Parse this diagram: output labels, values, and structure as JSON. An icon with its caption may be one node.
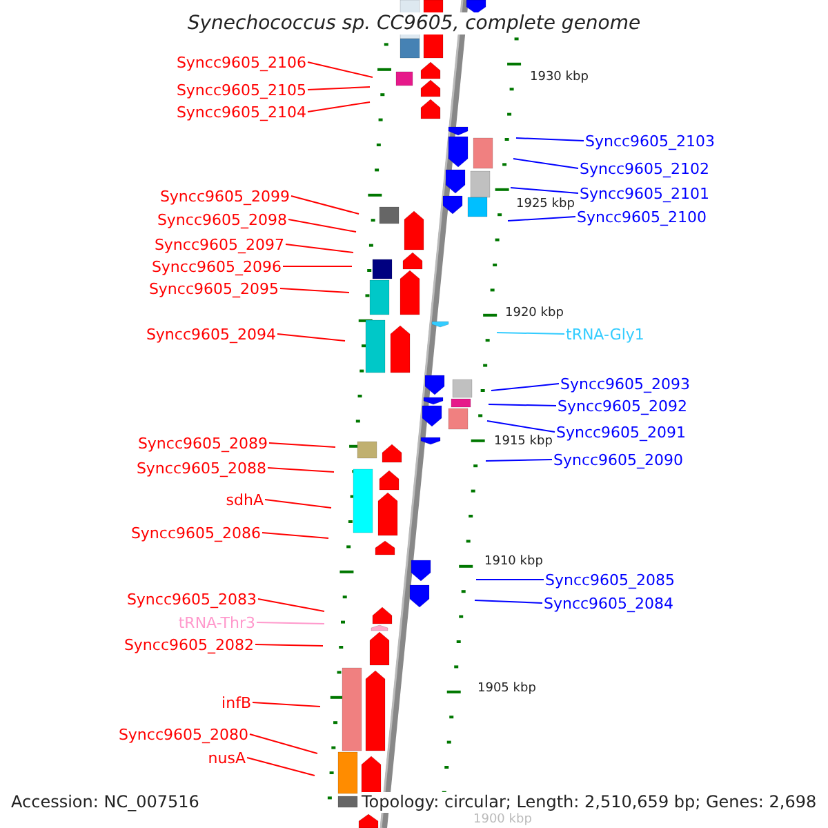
{
  "diagram": {
    "title": "Synechococcus sp. CC9605, complete genome",
    "nodes": [
      {
        "text": [
          "Syncc9605_2106"
        ]
      },
      {
        "text": [
          "Syncc9605_2105"
        ]
      },
      {
        "text": [
          "Syncc9605_2104"
        ]
      },
      {
        "text": [
          "Syncc9605_2103"
        ]
      },
      {
        "text": [
          "Syncc9605_2102"
        ]
      },
      {
        "text": [
          "Syncc9605_2101"
        ]
      },
      {
        "text": [
          "Syncc9605_2099"
        ]
      },
      {
        "text": [
          "Syncc9605_2100"
        ]
      },
      {
        "text": [
          "Syncc9605_2098"
        ]
      },
      {
        "text": [
          "Syncc9605_2097"
        ]
      },
      {
        "text": [
          "Syncc9605_2096"
        ]
      },
      {
        "text": [
          "Syncc9605_2095"
        ]
      },
      {
        "text": [
          "Syncc9605_2094"
        ]
      },
      {
        "text": [
          "tRNA-Gly1"
        ]
      },
      {
        "text": [
          "Syncc9605_2093"
        ]
      },
      {
        "text": [
          "Syncc9605_2092"
        ]
      },
      {
        "text": [
          "Syncc9605_2091"
        ]
      },
      {
        "text": [
          "Syncc9605_2089"
        ]
      },
      {
        "text": [
          "Syncc9605_2090"
        ]
      },
      {
        "text": [
          "Syncc9605_2088"
        ]
      },
      {
        "text": [
          "sdhA"
        ]
      },
      {
        "text": [
          "Syncc9605_2086"
        ]
      },
      {
        "text": [
          "Syncc9605_2085"
        ]
      },
      {
        "text": [
          "Syncc9605_2083"
        ]
      },
      {
        "text": [
          "Syncc9605_2084"
        ]
      },
      {
        "text": [
          "tRNA-Thr3"
        ]
      },
      {
        "text": [
          "Syncc9605_2082"
        ]
      },
      {
        "text": [
          "infB"
        ]
      },
      {
        "text": [
          "Syncc9605_2080"
        ]
      },
      {
        "text": [
          "nusA"
        ]
      }
    ],
    "edges": [
      {
        "from": 0,
        "to": null,
        "arrow": "none"
      },
      {
        "from": 1,
        "to": null,
        "arrow": "none"
      },
      {
        "from": 2,
        "to": null,
        "arrow": "none"
      },
      {
        "from": 3,
        "to": null,
        "arrow": "none",
        "color": "#0000ff"
      },
      {
        "from": 4,
        "to": null,
        "arrow": "none",
        "color": "#0000ff"
      },
      {
        "from": 5,
        "to": null,
        "arrow": "none",
        "color": "#0000ff"
      },
      {
        "from": 6,
        "to": null,
        "arrow": "none"
      },
      {
        "from": 7,
        "to": null,
        "arrow": "none",
        "color": "#0000ff"
      },
      {
        "from": 8,
        "to": null,
        "arrow": "none"
      },
      {
        "from": 9,
        "to": null,
        "arrow": "none"
      },
      {
        "from": 10,
        "to": null,
        "arrow": "none"
      },
      {
        "from": 11,
        "to": null,
        "arrow": "none"
      },
      {
        "from": 12,
        "to": null,
        "arrow": "none"
      },
      {
        "from": 13,
        "to": null,
        "arrow": "none",
        "color": "#33ccff"
      },
      {
        "from": 14,
        "to": null,
        "arrow": "none",
        "color": "#0000ff"
      },
      {
        "from": 15,
        "to": null,
        "arrow": "none",
        "color": "#0000ff"
      },
      {
        "from": 16,
        "to": null,
        "arrow": "none",
        "color": "#0000ff"
      },
      {
        "from": 17,
        "to": null,
        "arrow": "none"
      },
      {
        "from": 18,
        "to": null,
        "arrow": "none",
        "color": "#0000ff"
      },
      {
        "from": 19,
        "to": null,
        "arrow": "none"
      },
      {
        "from": 20,
        "to": null,
        "arrow": "none"
      },
      {
        "from": 21,
        "to": null,
        "arrow": "none"
      },
      {
        "from": 22,
        "to": null,
        "arrow": "none",
        "color": "#0000ff"
      },
      {
        "from": 23,
        "to": null,
        "arrow": "none"
      },
      {
        "from": 24,
        "to": null,
        "arrow": "none",
        "color": "#0000ff"
      },
      {
        "from": 25,
        "to": null,
        "arrow": "none",
        "color": "#ff99cc"
      },
      {
        "from": 26,
        "to": null,
        "arrow": "none"
      },
      {
        "from": 27,
        "to": null,
        "arrow": "none"
      },
      {
        "from": 28,
        "to": null,
        "arrow": "none"
      },
      {
        "from": 29,
        "to": null,
        "arrow": "none"
      }
    ],
    "labels": [
      "1930 kbp",
      "1925 kbp",
      "1920 kbp",
      "1915 kbp",
      "1910 kbp",
      "1905 kbp",
      "Accession: NC_007516",
      "Topology: circular; Length: 2,510,659 bp; Genes: 2,698",
      "1900 kbp"
    ]
  }
}
